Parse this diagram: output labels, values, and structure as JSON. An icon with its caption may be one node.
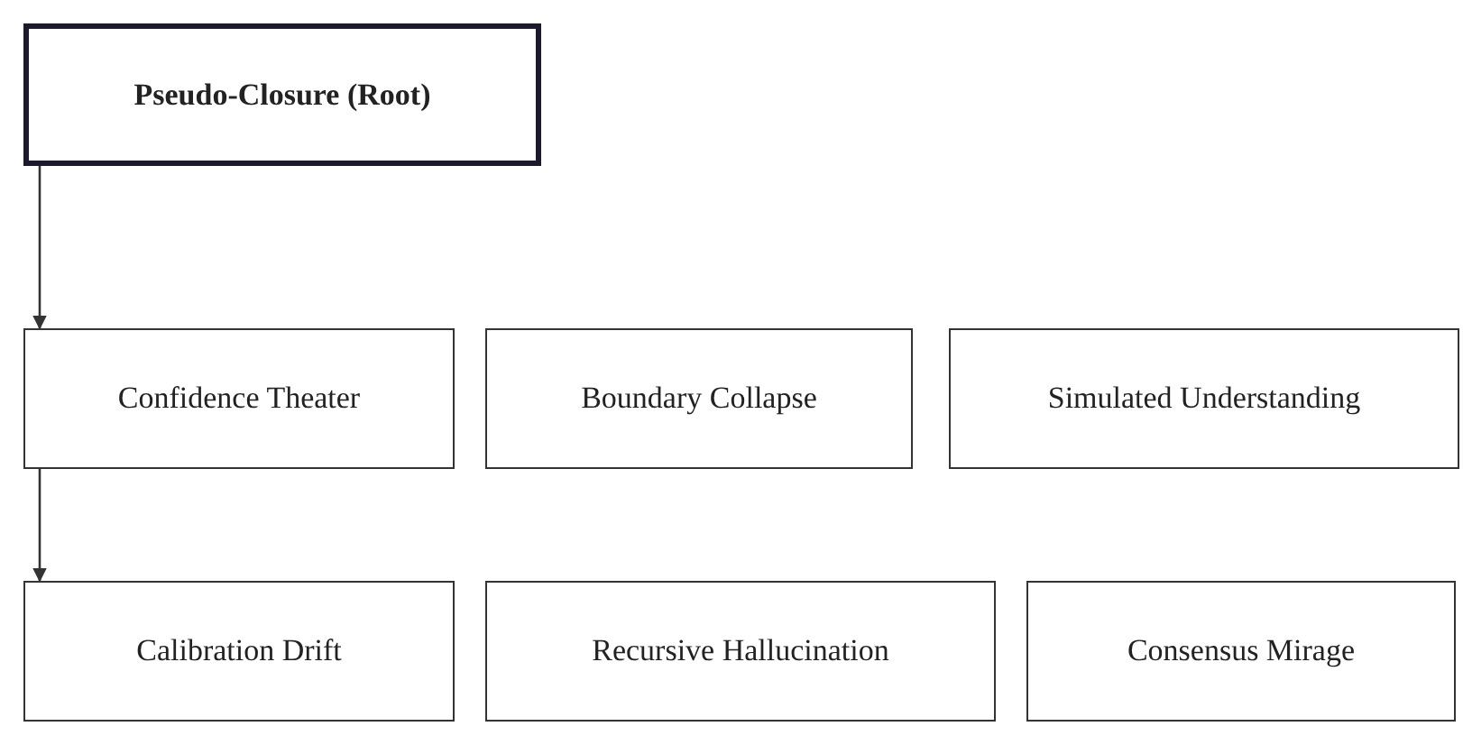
{
  "diagram": {
    "nodes": [
      {
        "text": [
          "Pseudo-Closure (Root)"
        ]
      },
      {
        "text": [
          "Confidence Theater"
        ]
      },
      {
        "text": [
          "Boundary Collapse"
        ]
      },
      {
        "text": [
          "Simulated Understanding"
        ]
      },
      {
        "text": [
          "Calibration Drift"
        ]
      },
      {
        "text": [
          "Recursive Hallucination"
        ]
      },
      {
        "text": [
          "Consensus Mirage"
        ]
      }
    ],
    "edges": [
      {
        "from": 0,
        "to": 1,
        "arrow": "to"
      },
      {
        "from": 1,
        "to": 4,
        "arrow": "to"
      }
    ]
  }
}
